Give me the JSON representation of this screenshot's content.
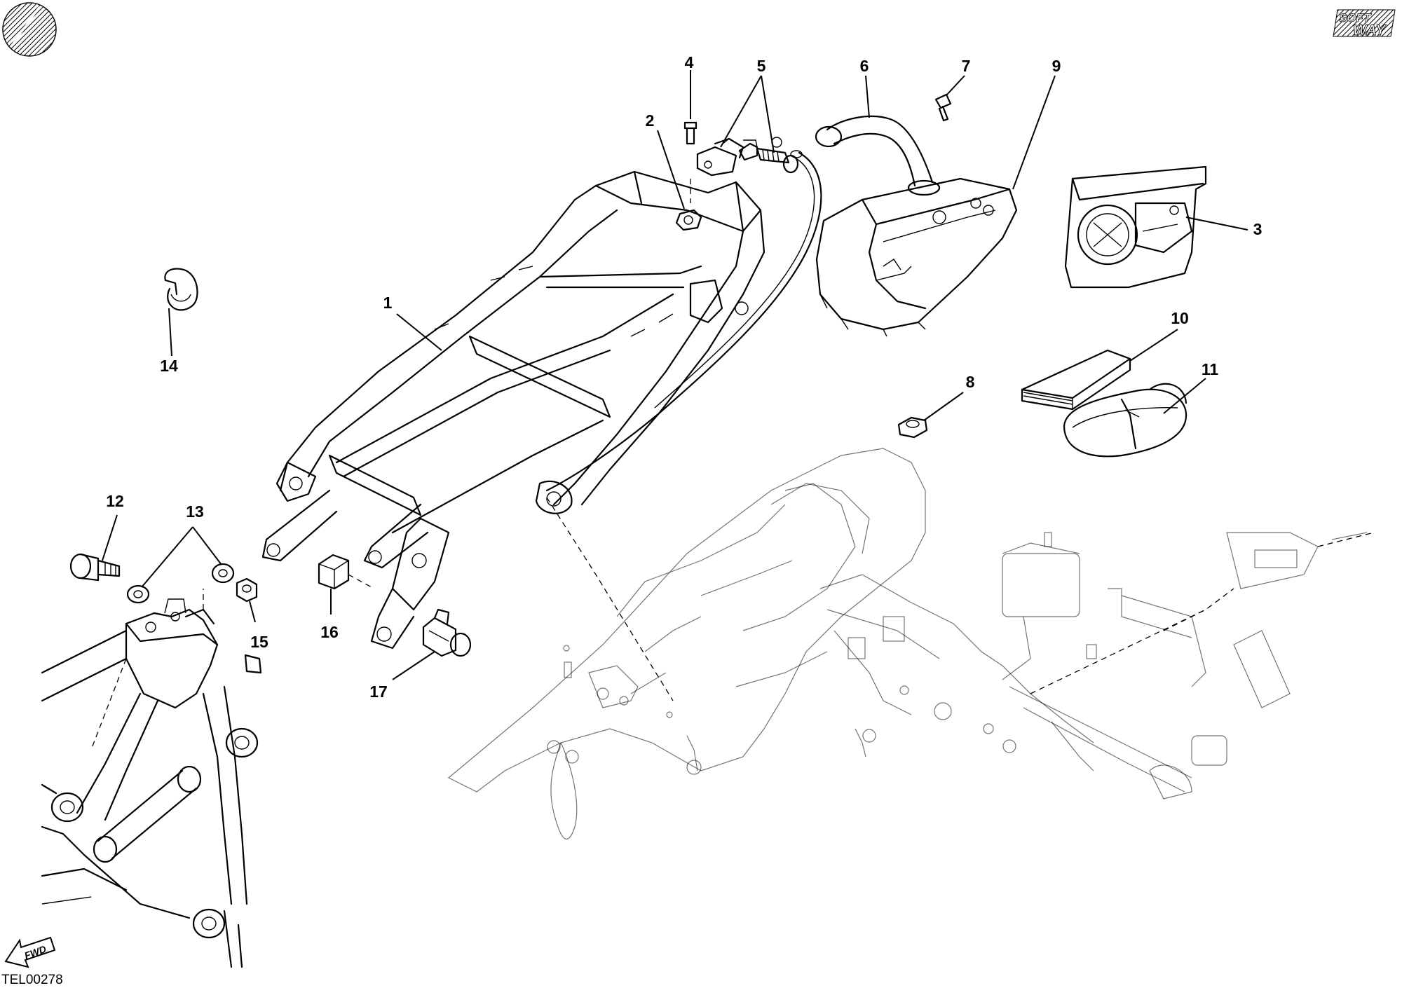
{
  "diagram": {
    "drawing_code": "TEL00278",
    "brand_logo": {
      "line1": "SOFT",
      "line2": "WAY"
    },
    "forward_label": "FWD",
    "callouts": [
      {
        "id": "c1",
        "label": "1"
      },
      {
        "id": "c2",
        "label": "2"
      },
      {
        "id": "c3",
        "label": "3"
      },
      {
        "id": "c4",
        "label": "4"
      },
      {
        "id": "c5",
        "label": "5"
      },
      {
        "id": "c6",
        "label": "6"
      },
      {
        "id": "c7",
        "label": "7"
      },
      {
        "id": "c8",
        "label": "8"
      },
      {
        "id": "c9",
        "label": "9"
      },
      {
        "id": "c10",
        "label": "10"
      },
      {
        "id": "c11",
        "label": "11"
      },
      {
        "id": "c12",
        "label": "12"
      },
      {
        "id": "c13",
        "label": "13"
      },
      {
        "id": "c14",
        "label": "14"
      },
      {
        "id": "c15",
        "label": "15"
      },
      {
        "id": "c16",
        "label": "16"
      },
      {
        "id": "c17",
        "label": "17"
      }
    ],
    "icons": [
      "hatched-circle-icon",
      "softway-logo",
      "fwd-arrow-icon"
    ]
  }
}
